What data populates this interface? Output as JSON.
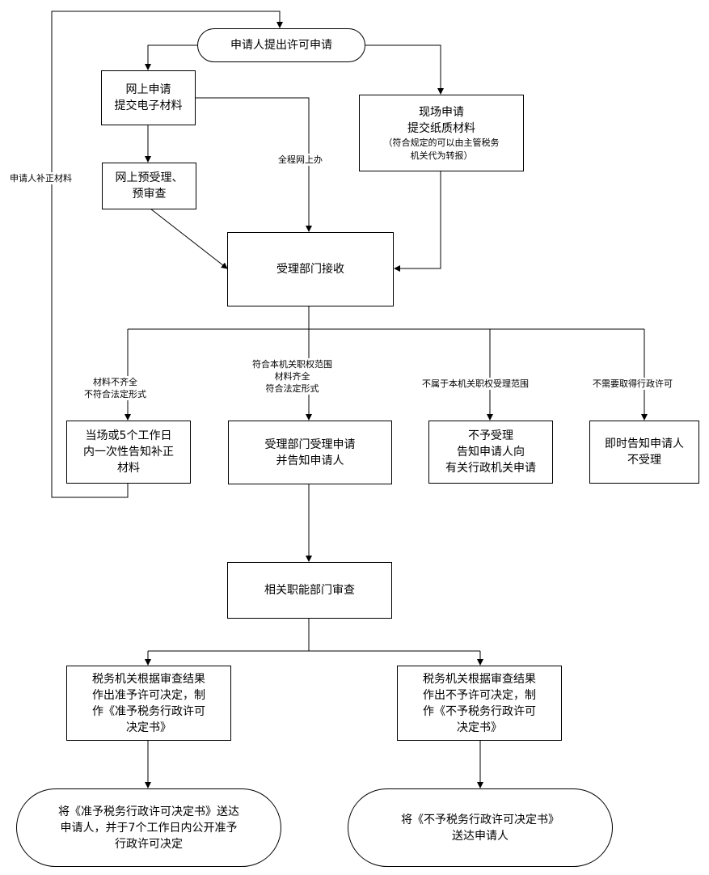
{
  "nodes": {
    "start": [
      "申请人提出许可申请"
    ],
    "online_submit": [
      "网上申请",
      "提交电子材料"
    ],
    "onsite_submit": [
      "现场申请",
      "提交纸质材料"
    ],
    "onsite_note": [
      "（符合规定的可以由主管税务",
      "机关代为转报）"
    ],
    "prereview": [
      "网上预受理、",
      "预审查"
    ],
    "receive": [
      "受理部门接收"
    ],
    "notify_correction": [
      "当场或5个工作日",
      "内一次性告知补正",
      "材料"
    ],
    "accept": [
      "受理部门受理申请",
      "并告知申请人"
    ],
    "not_accept_refer": [
      "不予受理",
      "告知申请人向",
      "有关行政机关申请"
    ],
    "not_accept_immediate": [
      "即时告知申请人",
      "不受理"
    ],
    "review": [
      "相关职能部门审查"
    ],
    "approve": [
      "税务机关根据审查结果",
      "作出准予许可决定，制",
      "作《准予税务行政许可",
      "决定书》"
    ],
    "deny": [
      "税务机关根据审查结果",
      "作出不予许可决定，制",
      "作《不予税务行政许可",
      "决定书》"
    ],
    "end_approve": [
      "将《准予税务行政许可决定书》送达",
      "申请人，并于7个工作日内公开准予",
      "行政许可决定"
    ],
    "end_deny": [
      "将《不予税务行政许可决定书》",
      "送达申请人"
    ]
  },
  "edge_labels": {
    "resubmit": "申请人补正材料",
    "all_online": "全程网上办",
    "incomplete": [
      "材料不齐全",
      "不符合法定形式"
    ],
    "compliant": [
      "符合本机关职权范围",
      "材料齐全",
      "符合法定形式"
    ],
    "out_of_scope": "不属于本机关职权受理范围",
    "no_permit_needed": "不需要取得行政许可"
  }
}
